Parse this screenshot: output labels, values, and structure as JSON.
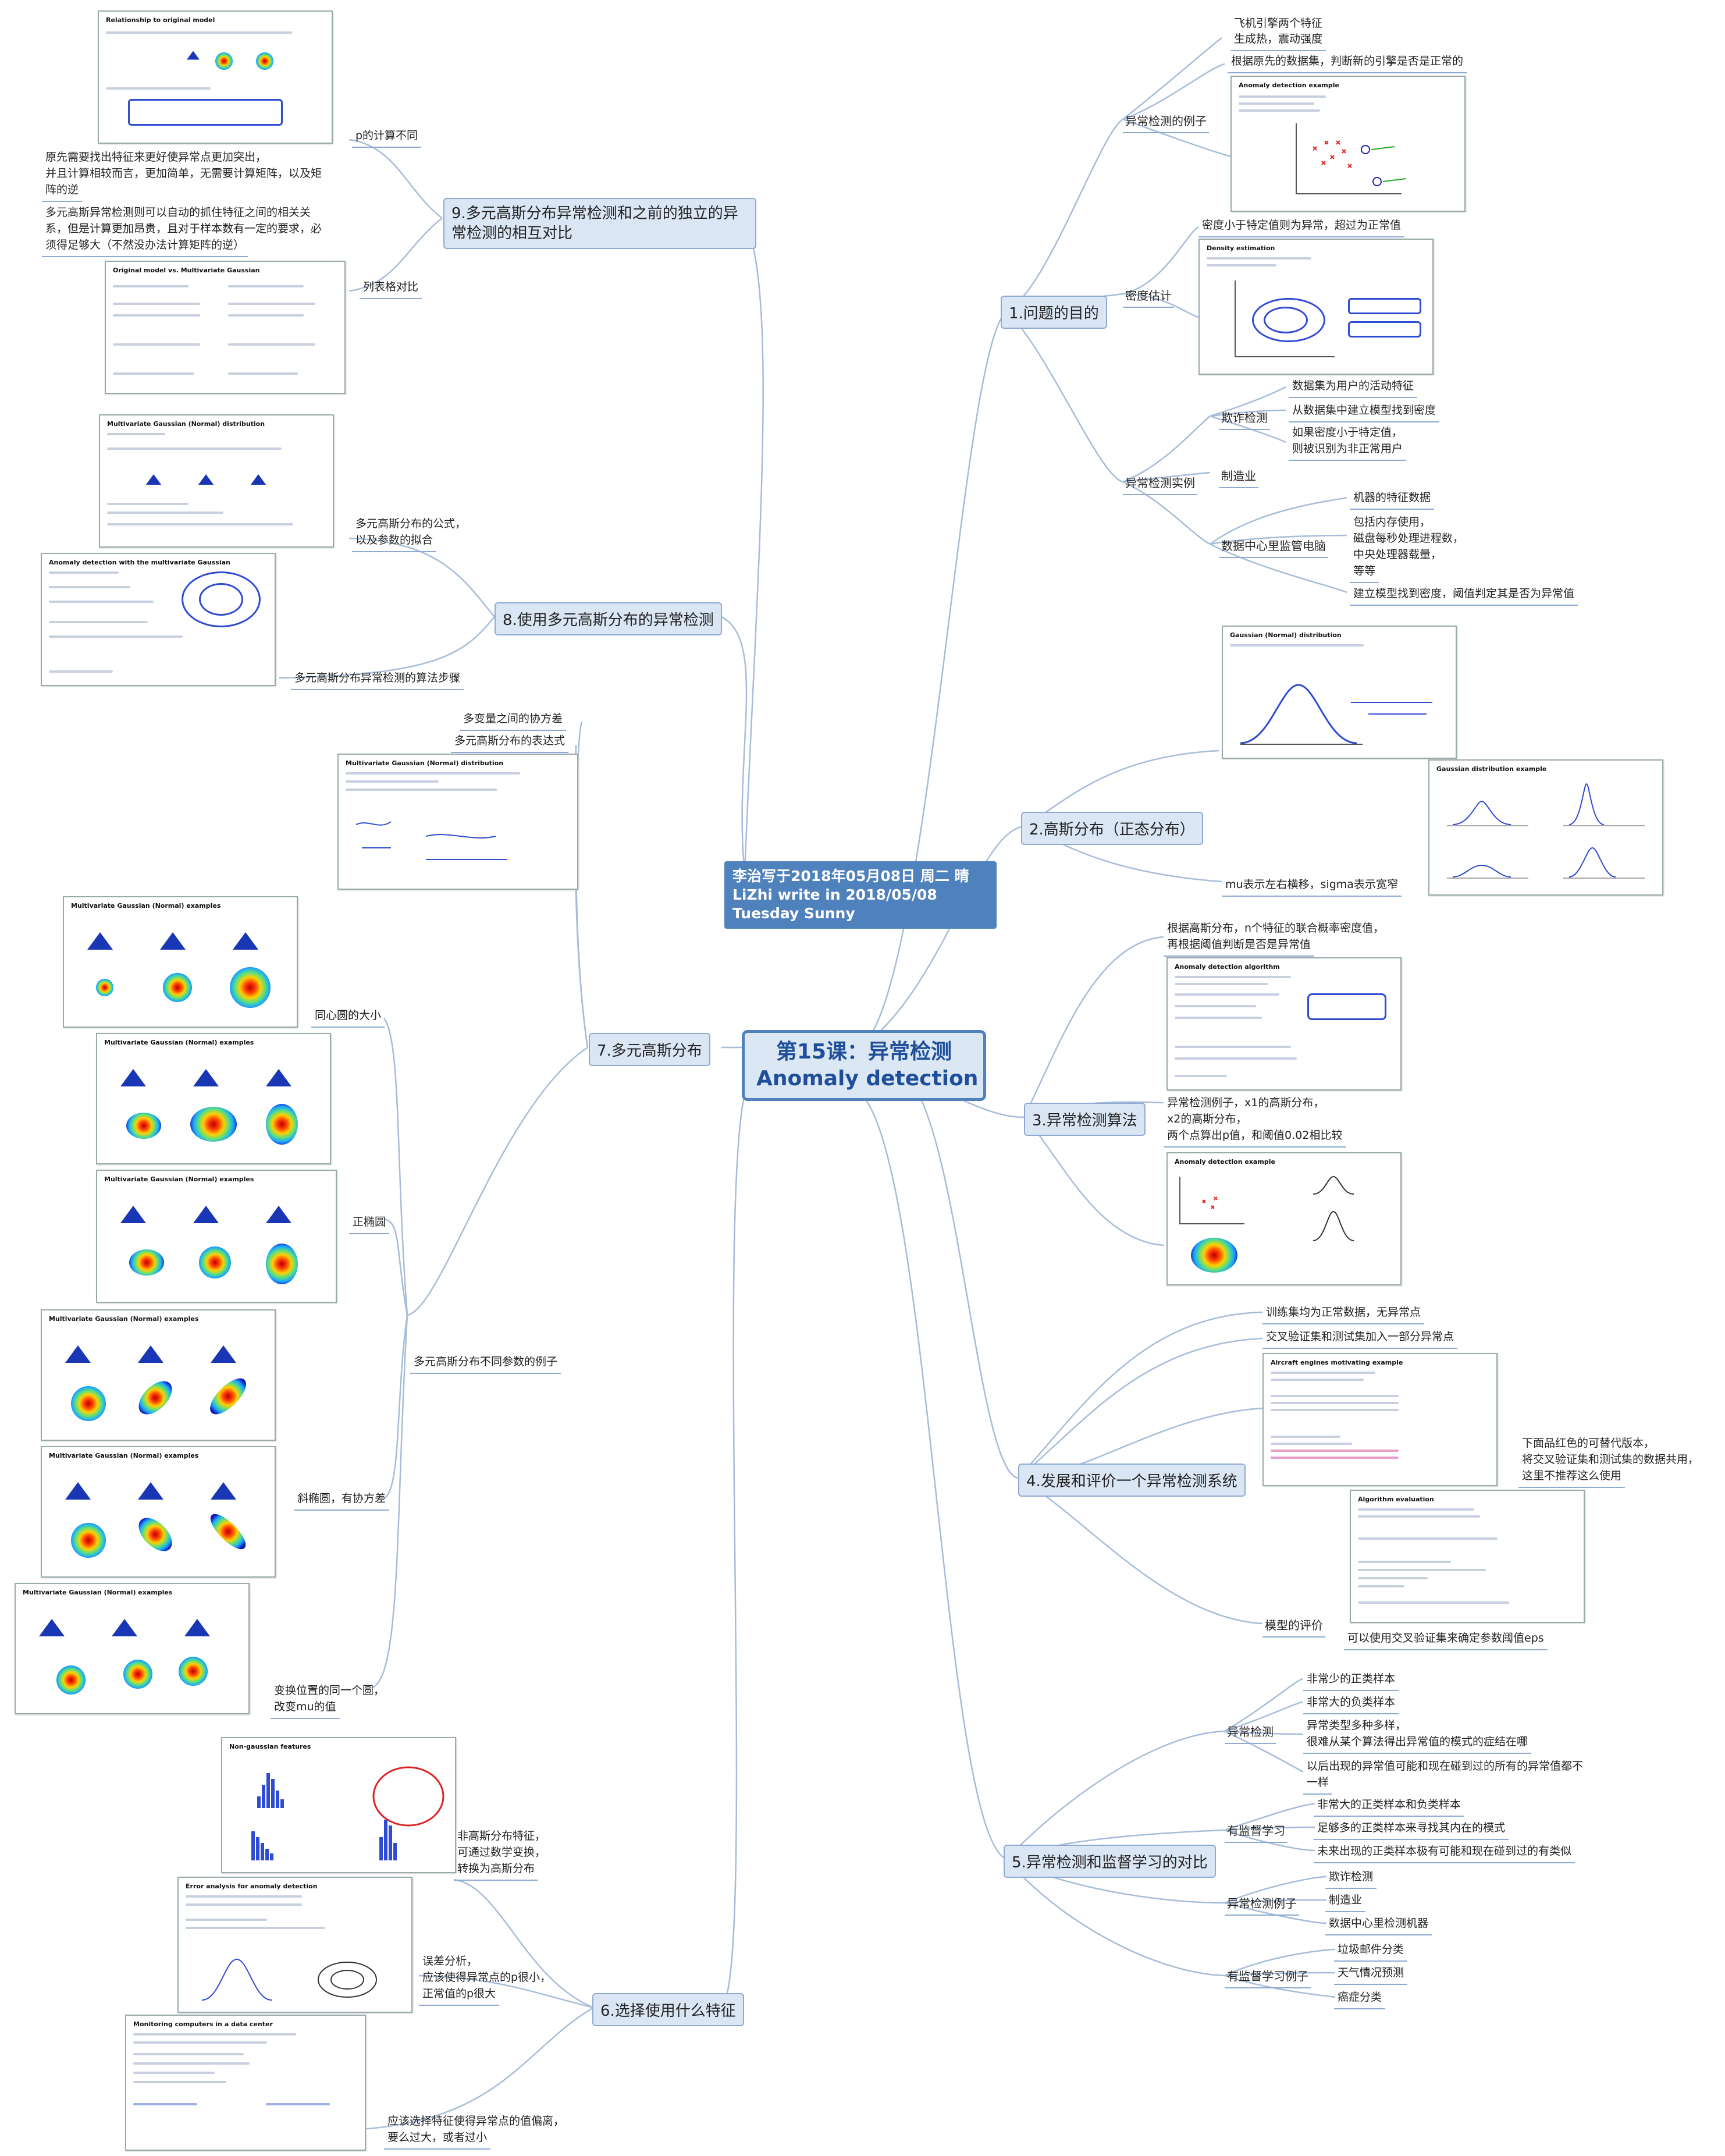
{
  "central": {
    "line1": "第15课：异常检测",
    "line2": "Anomaly detection"
  },
  "root": {
    "line1": "李治写于2018年05月08日 周二  晴",
    "line2": "LiZhi write in 2018/05/08 Tuesday Sunny"
  },
  "topics": {
    "t1": "1.问题的目的",
    "t2": "2.高斯分布（正态分布）",
    "t3": "3.异常检测算法",
    "t4": "4.发展和评价一个异常检测系统",
    "t5": "5.异常检测和监督学习的对比",
    "t6": "6.选择使用什么特征",
    "t7": "7.多元高斯分布",
    "t8": "8.使用多元高斯分布的异常检测",
    "t9": "9.多元高斯分布异常检测和之前的独立的异常检测的相互对比"
  },
  "t1": {
    "example": "异常检测的例子",
    "ex_a": "飞机引擎两个特征",
    "ex_b": "生成热，震动强度",
    "ex_c": "根据原先的数据集，判断新的引擎是否是正常的",
    "density": "密度估计",
    "density_leaf": "密度小于特定值则为异常，超过为正常值",
    "instances": "异常检测实例",
    "fraud": "欺诈检测",
    "fraud_a": "数据集为用户的活动特征",
    "fraud_b": "从数据集中建立模型找到密度",
    "fraud_c1": "如果密度小于特定值，",
    "fraud_c2": "则被识别为非正常用户",
    "manufacturing": "制造业",
    "datacenter": "数据中心里监管电脑",
    "dc_a": "机器的特征数据",
    "dc_b1": "包括内存使用，",
    "dc_b2": "磁盘每秒处理进程数，",
    "dc_b3": "中央处理器载量，",
    "dc_b4": "等等",
    "dc_c": "建立模型找到密度，阈值判定其是否为异常值"
  },
  "t2": {
    "leaf": "mu表示左右横移，sigma表示宽窄"
  },
  "t3": {
    "leaf1a": "根据高斯分布，n个特征的联合概率密度值，",
    "leaf1b": "再根据阈值判断是否是异常值",
    "leaf2a": "异常检测例子，x1的高斯分布，",
    "leaf2b": "x2的高斯分布，",
    "leaf2c": "两个点算出p值，和阈值0.02相比较"
  },
  "t4": {
    "leaf1": "训练集均为正常数据，无异常点",
    "leaf2": "交叉验证集和测试集加入一部分异常点",
    "note1": "下面品红色的可替代版本，",
    "note2": "将交叉验证集和测试集的数据共用，",
    "note3": "这里不推荐这么使用",
    "eval": "模型的评价",
    "eval_leaf": "可以使用交叉验证集来确定参数阈值eps"
  },
  "t5": {
    "anomaly": "异常检测",
    "a1": "非常少的正类样本",
    "a2": "非常大的负类样本",
    "a3a": "异常类型多种多样，",
    "a3b": "很难从某个算法得出异常值的模式的症结在哪",
    "a4a": "以后出现的异常值可能和现在碰到过的所有的异常值都不",
    "a4b": "一样",
    "supervised": "有监督学习",
    "s1": "非常大的正类样本和负类样本",
    "s2": "足够多的正类样本来寻找其内在的模式",
    "s3": "未来出现的正类样本极有可能和现在碰到过的有类似",
    "anomaly_ex": "异常检测例子",
    "ae1": "欺诈检测",
    "ae2": "制造业",
    "ae3": "数据中心里检测机器",
    "supervised_ex": "有监督学习例子",
    "se1": "垃圾邮件分类",
    "se2": "天气情况预测",
    "se3": "癌症分类"
  },
  "t6": {
    "leaf1a": "非高斯分布特征，",
    "leaf1b": "可通过数学变换，",
    "leaf1c": "转换为高斯分布",
    "leaf2a": "误差分析，",
    "leaf2b": "应该使得异常点的p很小，",
    "leaf2c": "正常值的p很大",
    "leaf3a": "应该选择特征使得异常点的值偏离，",
    "leaf3b": "要么过大，或者过小"
  },
  "t7": {
    "cov": "多变量之间的协方差",
    "expr": "多元高斯分布的表达式",
    "examples": "多元高斯分布不同参数的例子",
    "circle_size": "同心圆的大小",
    "ellipse": "正椭圆",
    "tilted": "斜椭圆，有协方差",
    "shift_a": "变换位置的同一个圆，",
    "shift_b": "改变mu的值"
  },
  "t8": {
    "formula_a": "多元高斯分布的公式，",
    "formula_b": "以及参数的拟合",
    "steps": "多元高斯分布异常检测的算法步骤"
  },
  "t9": {
    "p_calc": "p的计算不同",
    "note_a": "原先需要找出特征来更好使异常点更加突出，",
    "note_b": "并且计算相较而言，更加简单，无需要计算矩阵，以及矩",
    "note_c": "阵的逆",
    "note_d": "多元高斯异常检测则可以自动的抓住特征之间的相关关",
    "note_e": "系，但是计算更加昂贵，且对于样本数有一定的要求，必",
    "note_f": "须得足够大（不然没办法计算矩阵的逆）",
    "table": "列表格对比"
  },
  "slides": {
    "s_rel": "Relationship to original model",
    "s_orig": "Original model vs. Multivariate Gaussian",
    "s_mvg_param": "Multivariate Gaussian (Normal) distribution",
    "s_ad_mvg": "Anomaly detection with the multivariate Gaussian",
    "s_mvg_expr": "Multivariate Gaussian (Normal) distribution",
    "s_mvg_ex": "Multivariate Gaussian (Normal) examples",
    "s_nongauss": "Non-gaussian features",
    "s_error": "Error analysis for anomaly detection",
    "s_monitor": "Monitoring computers in a data center",
    "s_ad_example": "Anomaly detection example",
    "s_density": "Density estimation",
    "s_gauss": "Gaussian (Normal) distribution",
    "s_gauss_ex": "Gaussian distribution example",
    "s_ad_alg": "Anomaly detection algorithm",
    "s_ad_example2": "Anomaly detection example",
    "s_aircraft": "Aircraft engines motivating example",
    "s_alg_eval": "Algorithm evaluation"
  },
  "colors": {
    "line": "#9fb6d6",
    "accent": "#4f81bd",
    "ink": "#2e4bd1"
  }
}
